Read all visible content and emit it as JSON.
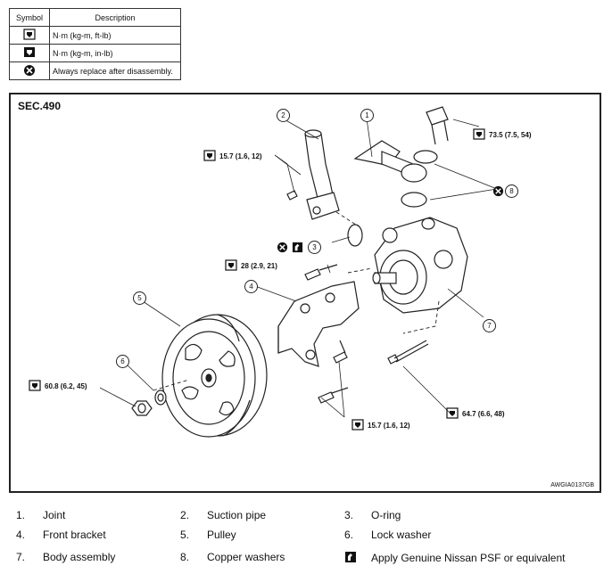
{
  "symbol_table": {
    "header": {
      "symbol": "Symbol",
      "description": "Description"
    },
    "rows": [
      {
        "icon": "torque-icon",
        "description": "N·m (kg-m, ft-lb)"
      },
      {
        "icon": "torque-inlb-icon",
        "description": "N·m (kg-m, in-lb)"
      },
      {
        "icon": "replace-icon",
        "description": "Always replace after disassembly."
      }
    ]
  },
  "diagram": {
    "section": "SEC.490",
    "figure_id": "AWGIA0137GB",
    "callouts": [
      "1",
      "2",
      "3",
      "4",
      "5",
      "6",
      "7",
      "8"
    ],
    "torques": {
      "t1": "73.5 (7.5, 54)",
      "t2": "15.7 (1.6, 12)",
      "t3": "28 (2.9, 21)",
      "t4": "60.8 (6.2, 45)",
      "t5": "64.7 (6.6, 48)",
      "t6": "15.7 (1.6, 12)"
    }
  },
  "legend": [
    {
      "num": "1.",
      "label": "Joint"
    },
    {
      "num": "2.",
      "label": "Suction pipe"
    },
    {
      "num": "3.",
      "label": "O-ring"
    },
    {
      "num": "4.",
      "label": "Front bracket"
    },
    {
      "num": "5.",
      "label": "Pulley"
    },
    {
      "num": "6.",
      "label": "Lock washer"
    },
    {
      "num": "7.",
      "label": "Body assembly"
    },
    {
      "num": "8.",
      "label": "Copper washers"
    },
    {
      "num": "",
      "label": "Apply Genuine Nissan PSF or equivalent",
      "icon": "fluid-icon"
    }
  ],
  "colors": {
    "line": "#222222",
    "background": "#ffffff"
  }
}
